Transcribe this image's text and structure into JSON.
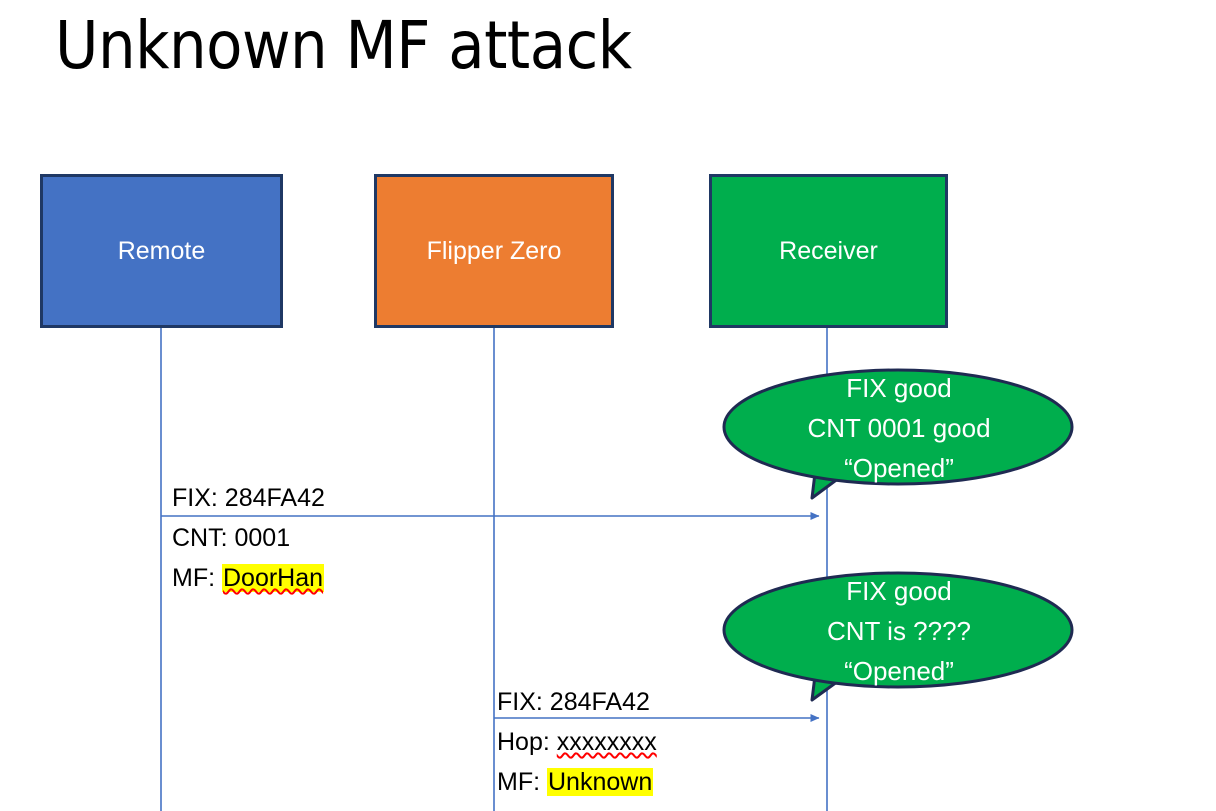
{
  "slide": {
    "title": "Unknown MF attack",
    "background": "#FFFFFF"
  },
  "colors": {
    "remote_fill": "#4472C4",
    "flipper_fill": "#ED7D31",
    "receiver_fill": "#00AE4D",
    "box_border": "#1F3864",
    "lifeline": "#4472C4",
    "arrow": "#4472C4",
    "bubble_fill": "#00AE4D",
    "bubble_border": "#1F2A52",
    "highlight": "#FFFF00",
    "spellcheck_underline": "#FF0000",
    "text_on_fill": "#FFFFFF",
    "text_body": "#000000"
  },
  "actors": [
    {
      "id": "remote",
      "label": "Remote",
      "fill": "#4472C4"
    },
    {
      "id": "flipper",
      "label": "Flipper Zero",
      "fill": "#ED7D31"
    },
    {
      "id": "receiver",
      "label": "Receiver",
      "fill": "#00AE4D"
    }
  ],
  "messages": [
    {
      "id": "msg-1",
      "from": "remote",
      "to": "receiver",
      "lines": [
        {
          "label": "FIX: ",
          "value": "284FA42",
          "highlight": false,
          "spellcheck": false
        },
        {
          "label": "CNT: ",
          "value": "0001",
          "highlight": false,
          "spellcheck": false
        },
        {
          "label": "MF: ",
          "value": "DoorHan",
          "highlight": true,
          "spellcheck": true
        }
      ]
    },
    {
      "id": "msg-2",
      "from": "flipper",
      "to": "receiver",
      "lines": [
        {
          "label": "FIX: ",
          "value": "284FA42",
          "highlight": false,
          "spellcheck": false
        },
        {
          "label": "Hop: ",
          "value": "xxxxxxxx",
          "highlight": false,
          "spellcheck": true
        },
        {
          "label": "MF: ",
          "value": "Unknown",
          "highlight": true,
          "spellcheck": false
        }
      ]
    }
  ],
  "bubbles": [
    {
      "id": "bubble-1",
      "attached_to": "receiver",
      "lines": [
        "FIX good",
        "CNT 0001 good",
        "“Opened”"
      ]
    },
    {
      "id": "bubble-2",
      "attached_to": "receiver",
      "lines": [
        "FIX good",
        "CNT is ????",
        "“Opened”"
      ]
    }
  ]
}
